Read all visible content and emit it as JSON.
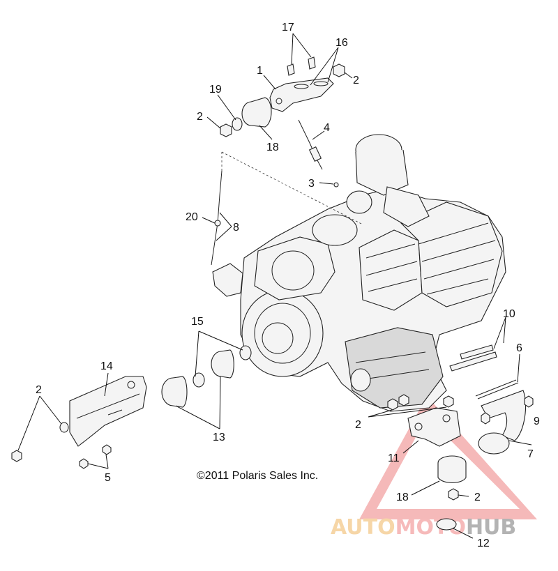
{
  "copyright": "©2011 Polaris Sales Inc.",
  "watermark": {
    "part1": "AUTO",
    "part2": "MOTO",
    "part3": "HUB",
    "color1": "#f4c98a",
    "color2": "#f4a3a3",
    "color3": "#9a9a9a"
  },
  "callouts": {
    "c17": "17",
    "c16": "16",
    "c1": "1",
    "c2a": "2",
    "c19": "19",
    "c2b": "2",
    "c18a": "18",
    "c4": "4",
    "c3": "3",
    "c20": "20",
    "c8": "8",
    "c15": "15",
    "c14": "14",
    "c10": "10",
    "c6": "6",
    "c2c": "2",
    "c9": "9",
    "c2d": "2",
    "c13": "13",
    "c5": "5",
    "c11": "11",
    "c7": "7",
    "c18b": "18",
    "c2e": "2",
    "c12": "12"
  }
}
